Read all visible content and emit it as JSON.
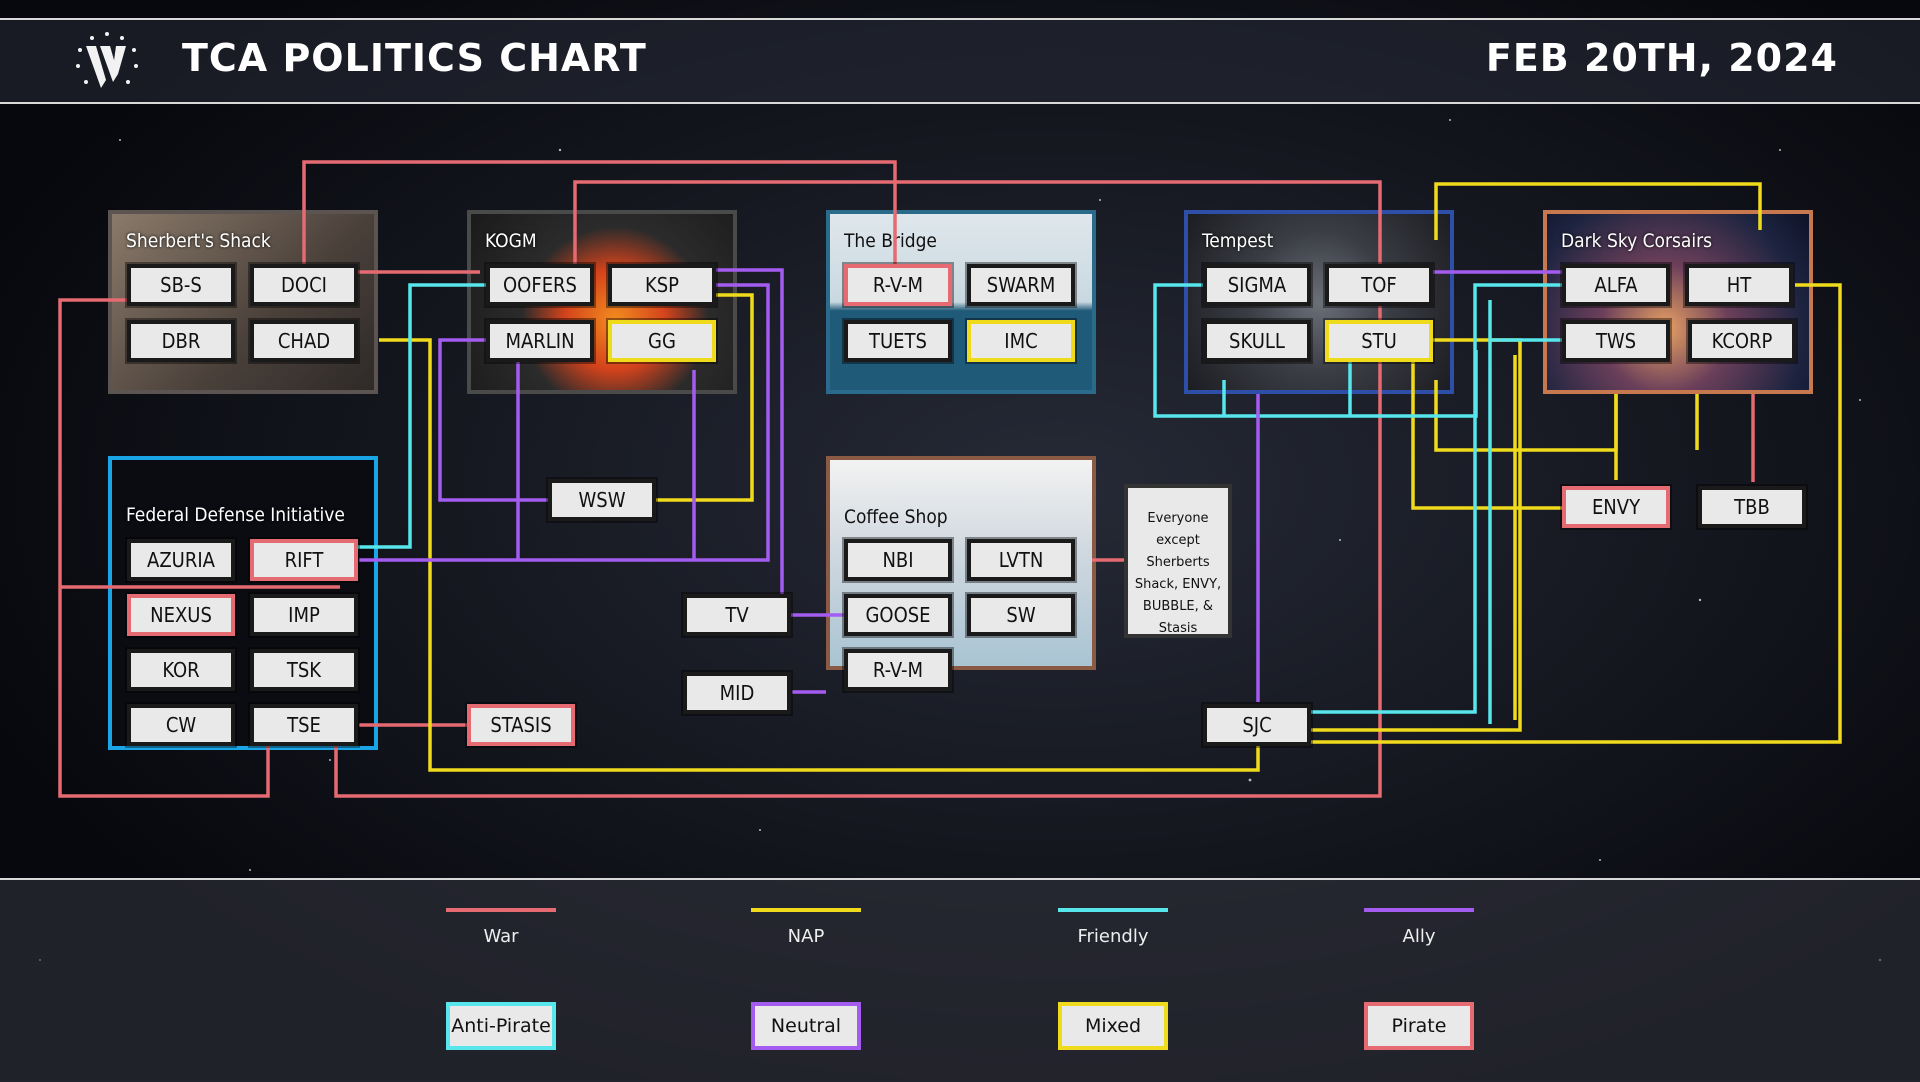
{
  "header": {
    "title": "TCA POLITICS CHART",
    "date": "FEB 20TH, 2024"
  },
  "colors": {
    "war": "#e56a72",
    "nap": "#f0da1c",
    "friendly": "#56e6ec",
    "ally": "#a45cf0",
    "neutral_border": "#1a1a1a"
  },
  "groups": {
    "sherberts_shack": {
      "title": "Sherbert's Shack"
    },
    "kogm": {
      "title": "KOGM"
    },
    "the_bridge": {
      "title": "The Bridge"
    },
    "tempest": {
      "title": "Tempest"
    },
    "dark_sky_corsairs": {
      "title": "Dark Sky Corsairs"
    },
    "federal_defense_initiative": {
      "title": "Federal Defense Initiative"
    },
    "coffee_shop": {
      "title": "Coffee Shop"
    }
  },
  "nodes": {
    "sb_s": "SB-S",
    "doci": "DOCI",
    "dbr": "DBR",
    "chad": "CHAD",
    "oofers": "OOFERS",
    "ksp": "KSP",
    "marlin": "MARLIN",
    "gg": "GG",
    "rvm_bridge": "R-V-M",
    "swarm": "SWARM",
    "tuets": "TUETS",
    "imc": "IMC",
    "sigma": "SIGMA",
    "tof": "TOF",
    "skull": "SKULL",
    "stu": "STU",
    "alfa": "ALFA",
    "ht": "HT",
    "tws": "TWS",
    "kcorp": "KCORP",
    "azuria": "AZURIA",
    "rift": "RIFT",
    "nexus": "NEXUS",
    "imp": "IMP",
    "kor": "KOR",
    "tsk": "TSK",
    "cw": "CW",
    "tse": "TSE",
    "nbi": "NBI",
    "lvtn": "LVTN",
    "goose": "GOOSE",
    "sw": "SW",
    "rvm_coffee": "R-V-M",
    "wsw": "WSW",
    "tv": "TV",
    "mid": "MID",
    "stasis": "STASIS",
    "sjc": "SJC",
    "envy": "ENVY",
    "tbb": "TBB"
  },
  "note": {
    "line1": "Everyone except",
    "line2": "Sherberts",
    "line3": "Shack, ENVY,",
    "line4": "BUBBLE, &",
    "line5": "Stasis"
  },
  "legend": {
    "relations": [
      {
        "label": "War",
        "color": "#e56a72"
      },
      {
        "label": "NAP",
        "color": "#f0da1c"
      },
      {
        "label": "Friendly",
        "color": "#56e6ec"
      },
      {
        "label": "Ally",
        "color": "#a45cf0"
      }
    ],
    "stances": [
      {
        "label": "Anti-Pirate",
        "color": "#56e6ec"
      },
      {
        "label": "Neutral",
        "color": "#a45cf0"
      },
      {
        "label": "Mixed",
        "color": "#f0da1c"
      },
      {
        "label": "Pirate",
        "color": "#e56a72"
      }
    ]
  }
}
